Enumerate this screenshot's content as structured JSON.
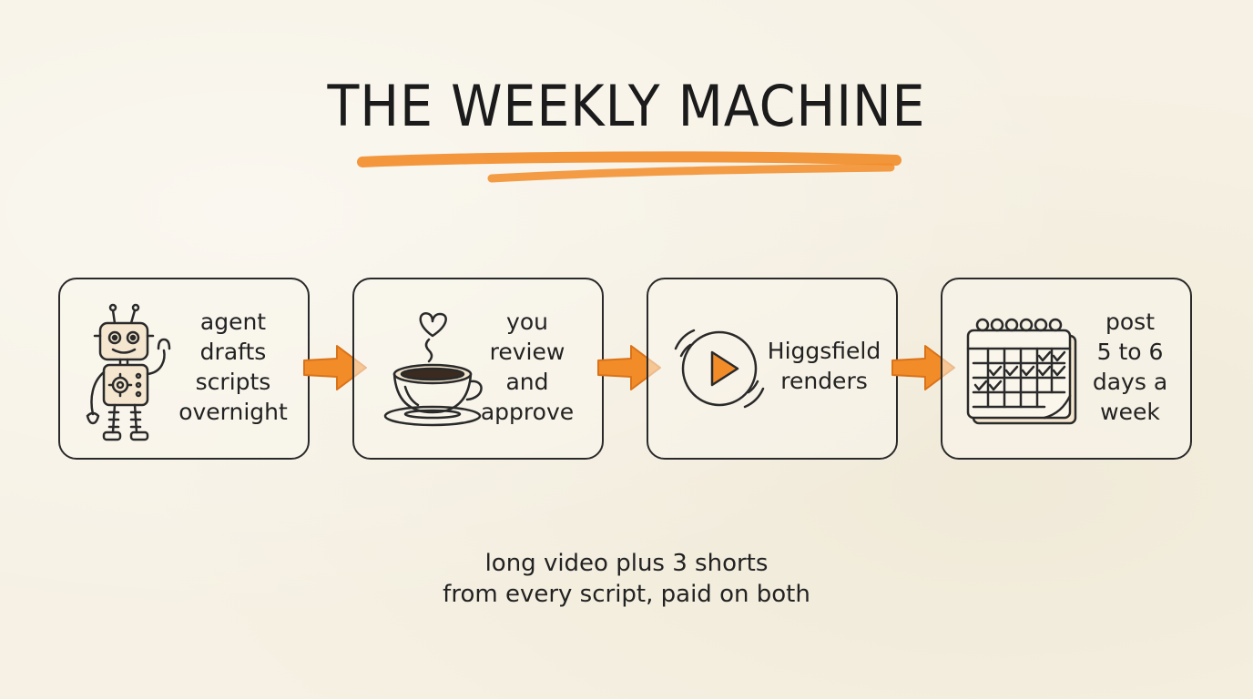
{
  "title": "THE WEEKLY MACHINE",
  "colors": {
    "accent": "#f28c28",
    "ink": "#2a2a2a",
    "paper": "#f6f1e4"
  },
  "steps": [
    {
      "icon": "robot-icon",
      "label": "agent\ndrafts\nscripts\novernight"
    },
    {
      "icon": "coffee-cup-icon",
      "label": "you\nreview\nand\napprove"
    },
    {
      "icon": "play-button-icon",
      "label": "Higgsfield\nrenders"
    },
    {
      "icon": "calendar-icon",
      "label": "post\n5 to 6\ndays a\nweek"
    }
  ],
  "caption": {
    "line1": "long video plus 3 shorts",
    "line2": "from every script, paid on both"
  }
}
